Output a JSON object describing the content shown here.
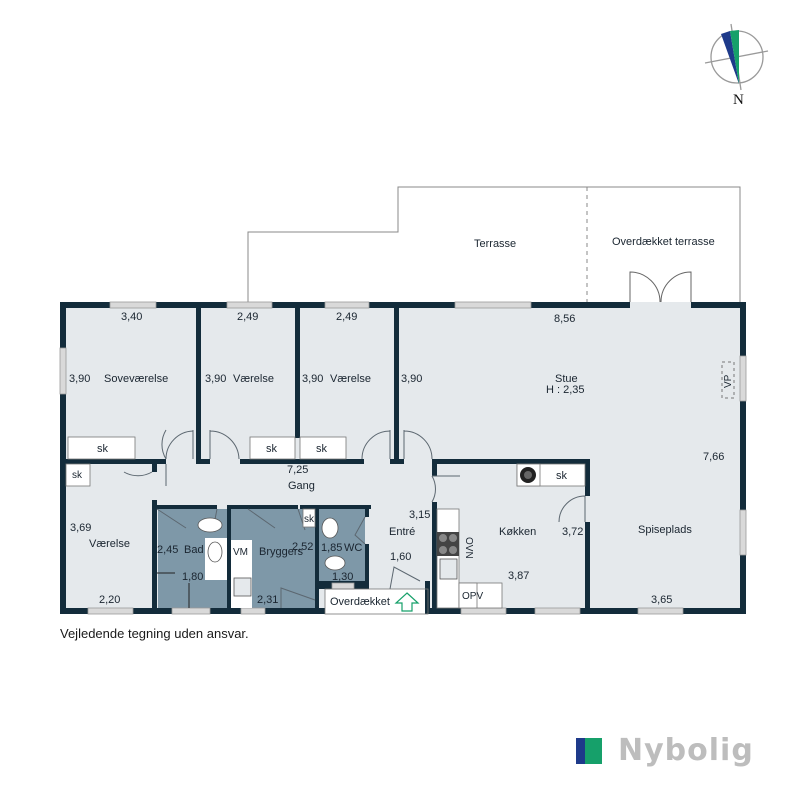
{
  "compass": {
    "label": "N",
    "colors": {
      "left": "#1e3a8a",
      "right": "#16a06a"
    }
  },
  "outdoor": {
    "terrace": "Terrasse",
    "covered_terrace": "Overdækket terrasse",
    "covered_entry": "Overdækket"
  },
  "rooms": {
    "sovevaerelse": {
      "name": "Soveværelse",
      "width": "3,40",
      "depth": "3,90"
    },
    "vaerelse1": {
      "name": "Værelse",
      "width": "2,49",
      "depth": "3,90"
    },
    "vaerelse2": {
      "name": "Værelse",
      "width": "2,49",
      "depth": "3,90"
    },
    "stue": {
      "name": "Stue",
      "height": "H : 2,35",
      "width": "8,56",
      "depth": "3,90",
      "depth_right": "7,66"
    },
    "gang": {
      "name": "Gang",
      "width": "7,25"
    },
    "vaerelse3": {
      "name": "Værelse",
      "width": "2,20",
      "depth": "3,69"
    },
    "bad": {
      "name": "Bad",
      "width": "2,45",
      "depth": "1,80"
    },
    "bryggers": {
      "name": "Bryggers",
      "width": "2,31",
      "depth": "2,52"
    },
    "wc": {
      "name": "WC",
      "width": "1,85",
      "depth": "1,30"
    },
    "entre": {
      "name": "Entré",
      "width": "1,60",
      "depth": "3,15"
    },
    "kokken": {
      "name": "Køkken",
      "width": "3,87",
      "depth": "3,72"
    },
    "spiseplads": {
      "name": "Spiseplads",
      "width": "3,65"
    }
  },
  "fixtures": {
    "closet": "sk",
    "washing_machine": "VM",
    "dishwasher": "OPV",
    "oven": "OVN",
    "vp": "VP"
  },
  "colors": {
    "wall": "#132c3b",
    "room_fill": "#e5e9ec",
    "wet_room_fill": "#7e98a8",
    "window": "#c9c9c9",
    "arrow": "#16a06a"
  },
  "footer": {
    "disclaimer": "Vejledende tegning uden ansvar.",
    "brand": "Nybolig"
  }
}
